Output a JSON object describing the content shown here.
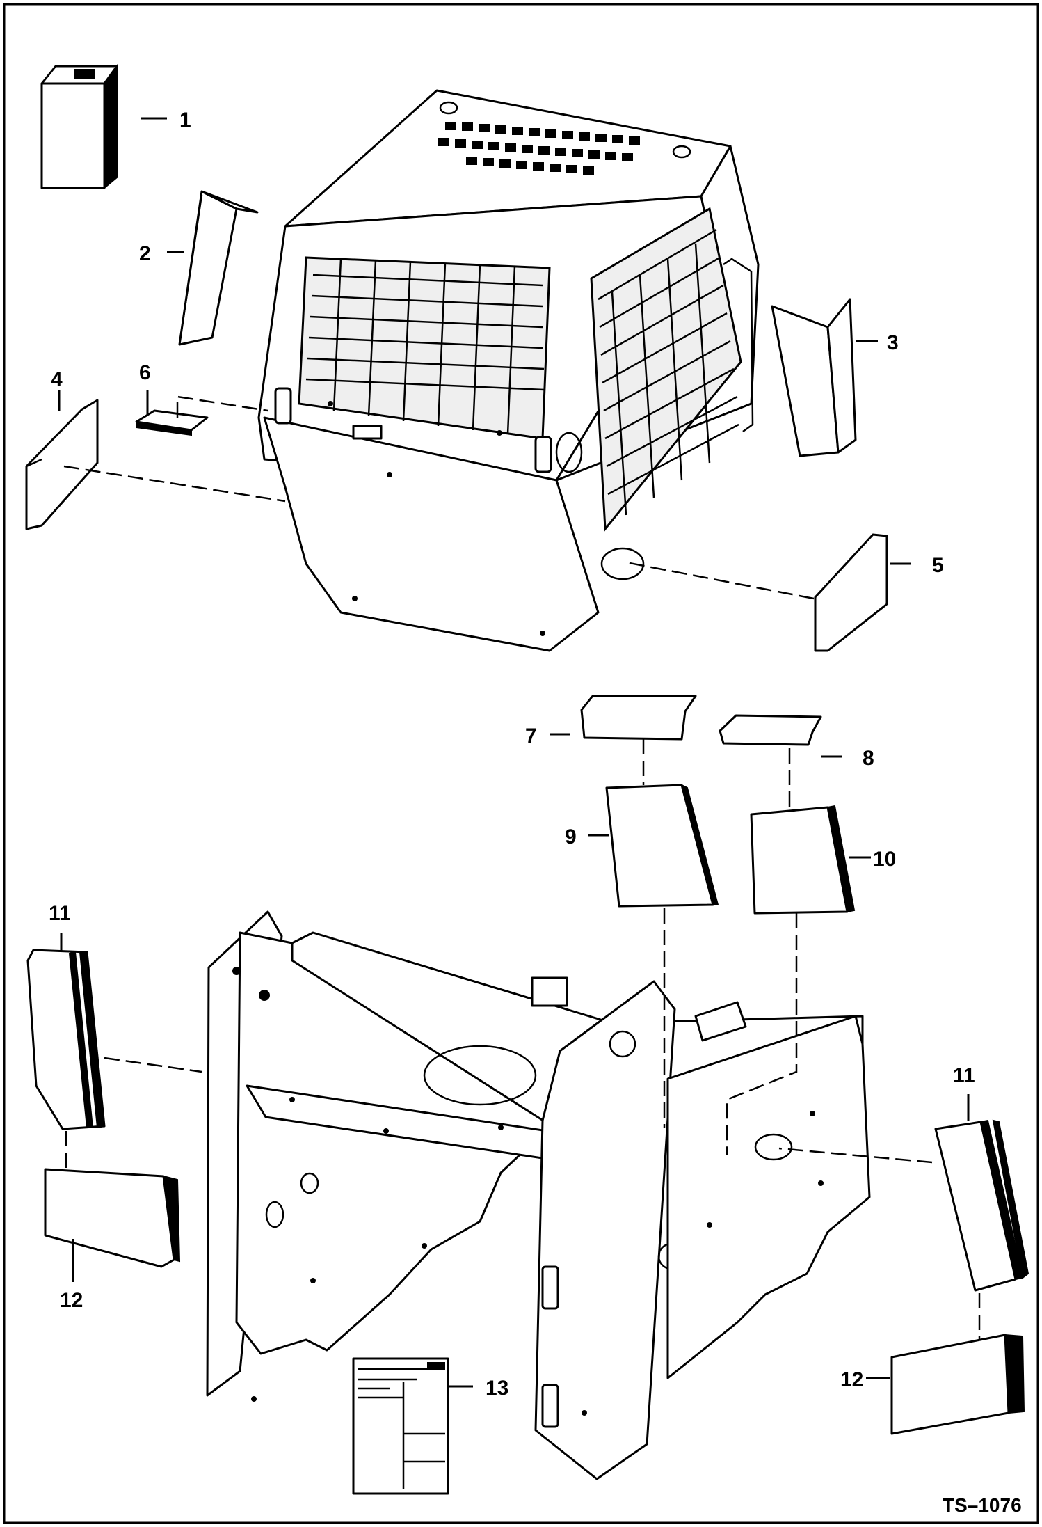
{
  "callouts": [
    "1",
    "2",
    "3",
    "4",
    "5",
    "6",
    "7",
    "8",
    "9",
    "10",
    "11",
    "12",
    "13"
  ],
  "callouts_repeat": {
    "11": "11",
    "12": "12"
  },
  "figure_id": "TS–1076"
}
